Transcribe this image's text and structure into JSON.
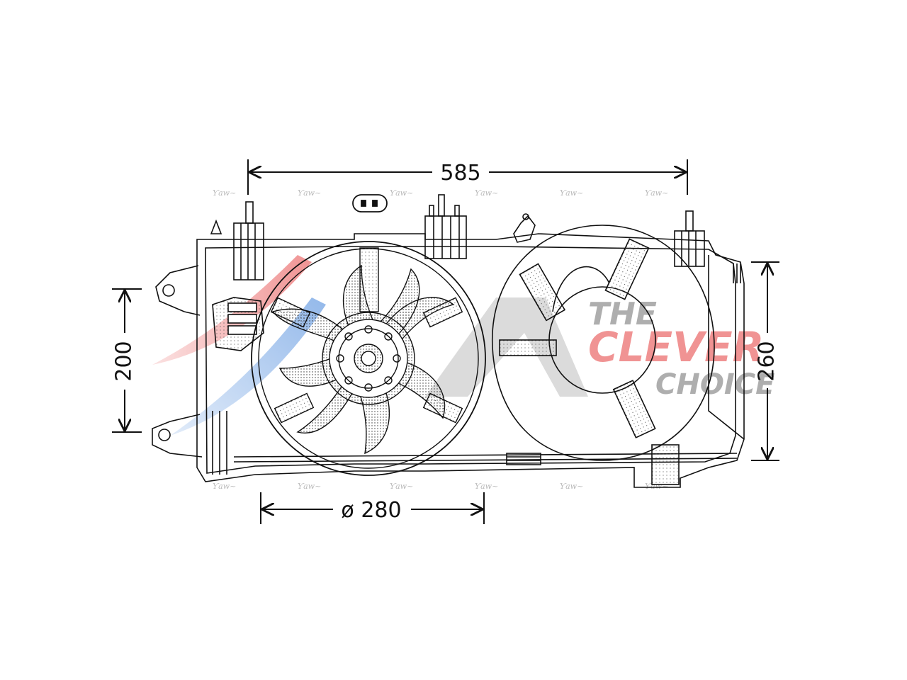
{
  "dimensions": {
    "overall_width": "585",
    "fan_diameter": "ø 280",
    "left_height": "200",
    "right_height": "260"
  },
  "watermark": {
    "line1": "THE",
    "line2": "CLEVER",
    "line3": "CHOICE",
    "logo_color_red": "#e43b3b",
    "logo_color_blue": "#3b7fd9",
    "text_color": "#9a9a9a"
  },
  "line_color": "#111111"
}
